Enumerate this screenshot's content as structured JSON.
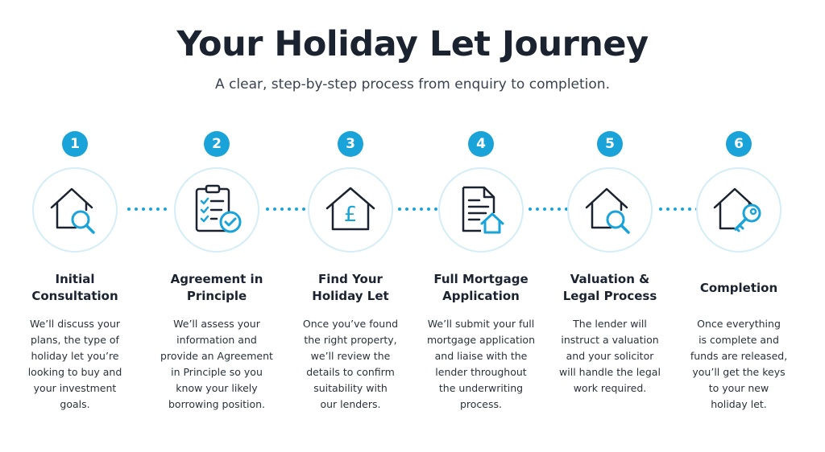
{
  "title": "Your Holiday Let Journey",
  "subtitle": "A clear, step-by-step process from enquiry to completion.",
  "colors": {
    "accent": "#1aa3d9",
    "ring": "#d5edf7",
    "text": "#1b2330"
  },
  "steps": [
    {
      "number": "1",
      "icon": "house-search-icon",
      "title_line1": "Initial",
      "title_line2": "Consultation",
      "desc_lines": [
        "We’ll discuss your",
        "plans, the type of",
        "holiday let you’re",
        "looking to buy and",
        "your investment",
        "goals."
      ]
    },
    {
      "number": "2",
      "icon": "checklist-icon",
      "title_line1": "Agreement in",
      "title_line2": "Principle",
      "desc_lines": [
        "We’ll assess your",
        "information and",
        "provide an Agreement",
        "in Principle so you",
        "know your likely",
        "borrowing position."
      ]
    },
    {
      "number": "3",
      "icon": "house-pound-icon",
      "title_line1": "Find Your",
      "title_line2": "Holiday Let",
      "desc_lines": [
        "Once you’ve found",
        "the right property,",
        "we’ll review the",
        "details to confirm",
        "suitability with",
        "our lenders."
      ]
    },
    {
      "number": "4",
      "icon": "document-house-icon",
      "title_line1": "Full Mortgage",
      "title_line2": "Application",
      "desc_lines": [
        "We’ll submit your full",
        "mortgage application",
        "and liaise with the",
        "lender throughout",
        "the underwriting",
        "process."
      ]
    },
    {
      "number": "5",
      "icon": "house-search-icon",
      "title_line1": "Valuation &",
      "title_line2": "Legal Process",
      "desc_lines": [
        "The lender will",
        "instruct a valuation",
        "and your solicitor",
        "will handle the legal",
        "work required."
      ]
    },
    {
      "number": "6",
      "icon": "house-key-icon",
      "title_line1": "Completion",
      "title_line2": "",
      "desc_lines": [
        "Once everything",
        "is complete and",
        "funds are released,",
        "you’ll get the keys",
        "to your new",
        "holiday let."
      ]
    }
  ]
}
